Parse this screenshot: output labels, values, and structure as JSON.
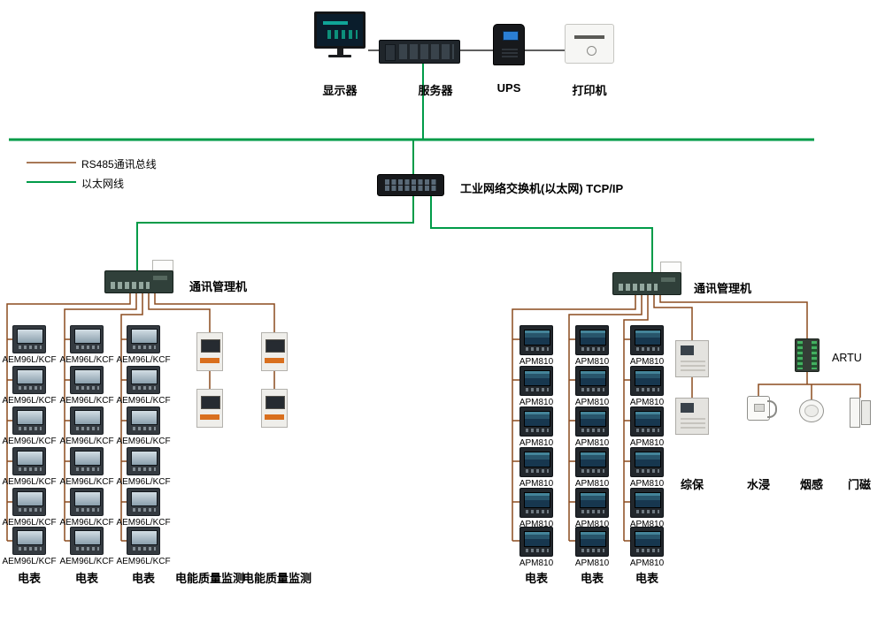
{
  "top_row": {
    "monitor": "显示器",
    "server": "服务器",
    "ups": "UPS",
    "printer": "打印机"
  },
  "legend": {
    "rs485": "RS485通讯总线",
    "ethernet": "以太网线"
  },
  "network": {
    "switch_label": "工业网络交换机(以太网) TCP/IP",
    "manager_left": "通讯管理机",
    "manager_right": "通讯管理机"
  },
  "left_group": {
    "meter_model": "AEM96L/KCF",
    "meters_label": "电表",
    "pq_label": "电能质量监测"
  },
  "right_group": {
    "meter_model": "APM810",
    "meters_label": "电表",
    "protection": "综保",
    "artu": "ARTU",
    "water": "水浸",
    "smoke": "烟感",
    "door": "门磁"
  },
  "colors": {
    "ethernet_line": "#009B48",
    "rs485_line": "#8C4B1E"
  }
}
